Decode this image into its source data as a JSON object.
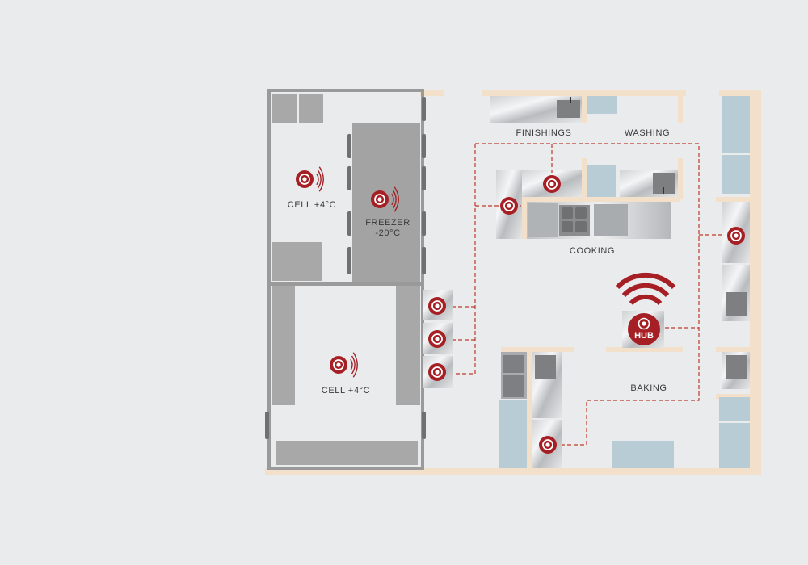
{
  "zones": {
    "cell_top": "CELL +4°C",
    "freezer_line1": "FREEZER",
    "freezer_line2": "-20°C",
    "cell_bottom": "CELL +4°C",
    "finishings": "FINISHINGS",
    "washing": "WASHING",
    "cooking": "COOKING",
    "baking": "BAKING"
  },
  "hub": {
    "label": "HUB"
  },
  "colors": {
    "background": "#e9ebed",
    "wall": "#f2e0cb",
    "cold_room_wall": "#9a9a9a",
    "sensor": "#a51f24",
    "network_line": "#c0392b",
    "glass": "#b8ccd6"
  },
  "icons": {
    "sensor": "sensor-icon",
    "signal": "signal-waves-icon",
    "wifi": "wifi-icon"
  }
}
